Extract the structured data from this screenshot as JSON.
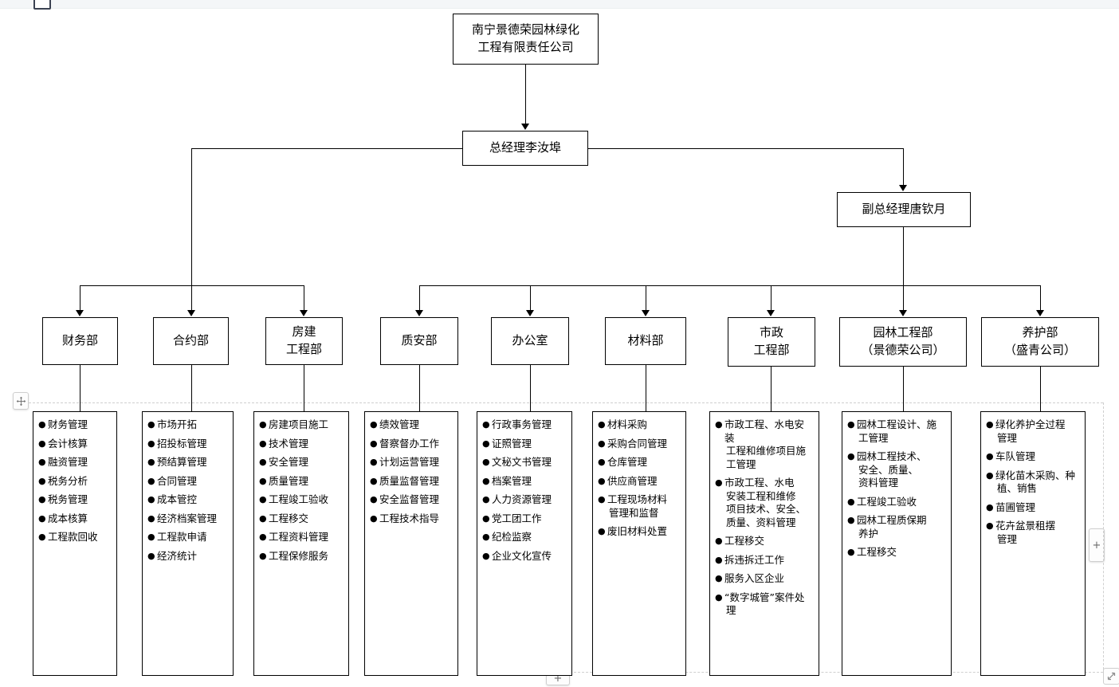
{
  "chart_data": {
    "type": "diagram",
    "title": "南宁景德荣园林绿化工程有限责任公司组织架构图",
    "diagram_kind": "organization-chart"
  },
  "editor": {
    "move_handle_icon": "move-icon",
    "add_column_label": "+",
    "add_row_label": "+",
    "resize_label": "↘"
  },
  "org": {
    "company": {
      "line1": "南宁景德荣园林绿化",
      "line2": "工程有限责任公司"
    },
    "gm": {
      "line1": "总经理李汝埠"
    },
    "vgm": {
      "line1": "副总经理唐钦月"
    },
    "departments": [
      {
        "id": "finance",
        "title_line1": "财务部",
        "title_line2": "",
        "items": [
          [
            "财务管理"
          ],
          [
            "会计核算"
          ],
          [
            "融资管理"
          ],
          [
            "税务分析"
          ],
          [
            "税务管理"
          ],
          [
            "成本核算"
          ],
          [
            "工程款回收"
          ]
        ]
      },
      {
        "id": "contract",
        "title_line1": "合约部",
        "title_line2": "",
        "items": [
          [
            "市场开拓"
          ],
          [
            "招投标管理"
          ],
          [
            "预结算管理"
          ],
          [
            "合同管理"
          ],
          [
            "成本管控"
          ],
          [
            "经济档案管理"
          ],
          [
            "工程款申请"
          ],
          [
            "经济统计"
          ]
        ]
      },
      {
        "id": "housing",
        "title_line1": "房建",
        "title_line2": "工程部",
        "items": [
          [
            "房建项目施工"
          ],
          [
            "技术管理"
          ],
          [
            "安全管理"
          ],
          [
            "质量管理"
          ],
          [
            "工程竣工验收"
          ],
          [
            "工程移交"
          ],
          [
            "工程资料管理"
          ],
          [
            "工程保修服务"
          ]
        ]
      },
      {
        "id": "quality-safety",
        "title_line1": "质安部",
        "title_line2": "",
        "items": [
          [
            "绩效管理"
          ],
          [
            "督察督办工作"
          ],
          [
            "计划运营管理"
          ],
          [
            "质量监督管理"
          ],
          [
            "安全监督管理"
          ],
          [
            "工程技术指导"
          ]
        ]
      },
      {
        "id": "office",
        "title_line1": "办公室",
        "title_line2": "",
        "items": [
          [
            "行政事务管理"
          ],
          [
            "证照管理"
          ],
          [
            "文秘文书管理"
          ],
          [
            "档案管理"
          ],
          [
            "人力资源管理"
          ],
          [
            "党工团工作"
          ],
          [
            "纪检监察"
          ],
          [
            "企业文化宣传"
          ]
        ]
      },
      {
        "id": "materials",
        "title_line1": "材料部",
        "title_line2": "",
        "items": [
          [
            "材料采购"
          ],
          [
            "采购合同管理"
          ],
          [
            "仓库管理"
          ],
          [
            "供应商管理"
          ],
          [
            "工程现场材料",
            "管理和监督"
          ],
          [
            "废旧材料处置"
          ]
        ]
      },
      {
        "id": "municipal",
        "title_line1": "市政",
        "title_line2": "工程部",
        "items": [
          [
            "市政工程、水电安装",
            "工程和维修项目施",
            "工管理"
          ],
          [
            "市政工程、水电",
            "安装工程和维修",
            "项目技术、安全、",
            "质量、资料管理"
          ],
          [
            "工程移交"
          ],
          [
            "拆违拆迁工作"
          ],
          [
            "服务入区企业"
          ],
          [
            "“数字城管”案件处",
            "理"
          ]
        ]
      },
      {
        "id": "landscape",
        "title_line1": "园林工程部",
        "title_line2": "（景德荣公司）",
        "items": [
          [
            "园林工程设计、施",
            "工管理"
          ],
          [
            "园林工程技术、",
            "安全、质量、",
            "资料管理"
          ],
          [
            "工程竣工验收"
          ],
          [
            "园林工程质保期",
            "养护"
          ],
          [
            "工程移交"
          ]
        ]
      },
      {
        "id": "maintenance",
        "title_line1": "养护部",
        "title_line2": "（盛青公司）",
        "items": [
          [
            "绿化养护全过程",
            "管理"
          ],
          [
            "车队管理"
          ],
          [
            "绿化苗木采购、种",
            "植、销售"
          ],
          [
            "苗圃管理"
          ],
          [
            "花卉盆景租摆",
            "管理"
          ]
        ]
      }
    ]
  }
}
